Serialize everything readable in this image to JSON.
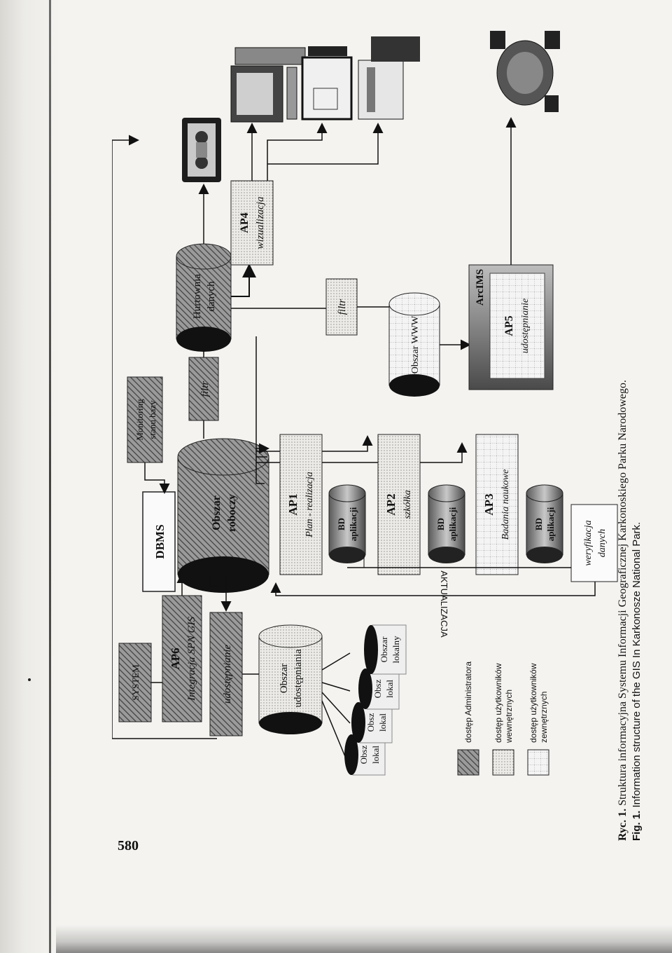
{
  "page_number": "580",
  "caption": {
    "pl_label": "Ryc. 1.",
    "pl_text": " Struktura informacyjna Systemu Informacji Geograficznej Karkonoskiego Parku Narodowego.",
    "en_label": "Fig. 1.",
    "en_text": " Information structure of the GIS In Karkonosze National Park."
  },
  "diagram": {
    "system_label": "SYSTEM",
    "ap6_title": "AP6",
    "ap6_sub": "Integracja SPN GIS",
    "dbms": "DBMS",
    "monitoring_l1": "Monitoring",
    "monitoring_l2": "stanu bazy",
    "filtr_admin": "filtr",
    "filtr_www": "filtr",
    "obszar_roboczy_l1": "Obszar",
    "obszar_roboczy_l2": "roboczy",
    "hurtownia_l1": "Hurtownia",
    "hurtownia_l2": "danych",
    "ap4_title": "AP4",
    "ap4_sub": "wizualizacja",
    "obszar_www": "Obszar WWW",
    "arcims": "ArcIMS",
    "ap5_title": "AP5",
    "ap5_sub": "udostępnianie",
    "ap1_title": "AP1",
    "ap1_sub": "Plan - realizacja",
    "ap2_title": "AP2",
    "ap2_sub": "szkółka",
    "ap3_title": "AP3",
    "ap3_sub": "Badania naukowe",
    "bd_l1": "BD",
    "bd_l2": "aplikacji",
    "weryfikacja_l1": "weryfikacja",
    "weryfikacja_l2": "danych",
    "aktualizacja": "AKTUALIZACJA",
    "udostepnianie": "udostępnianie",
    "obszar_udostepniania_l1": "Obszar",
    "obszar_udostepniania_l2": "udostępniania",
    "local_1_l1": "Obsz",
    "local_1_l2": "lokal",
    "local_2_l1": "Obsz",
    "local_2_l2": "lokal",
    "local_3_l1": "Obsz",
    "local_3_l2": "lokal",
    "local_4_l1": "Obszar",
    "local_4_l2": "lokalny",
    "legend": {
      "admin": "dostęp Administratora",
      "internal_l1": "dostęp użytkowników",
      "internal_l2": "wewnętrznych",
      "external_l1": "dostęp użytkowników",
      "external_l2": "zewnętrznych"
    }
  },
  "colors": {
    "hatch": "#7c7c7c",
    "cylinder_dark": "#1a1a1a",
    "dotted_fill": "#e9e8e3",
    "grid_fill": "#f2f2f2"
  }
}
